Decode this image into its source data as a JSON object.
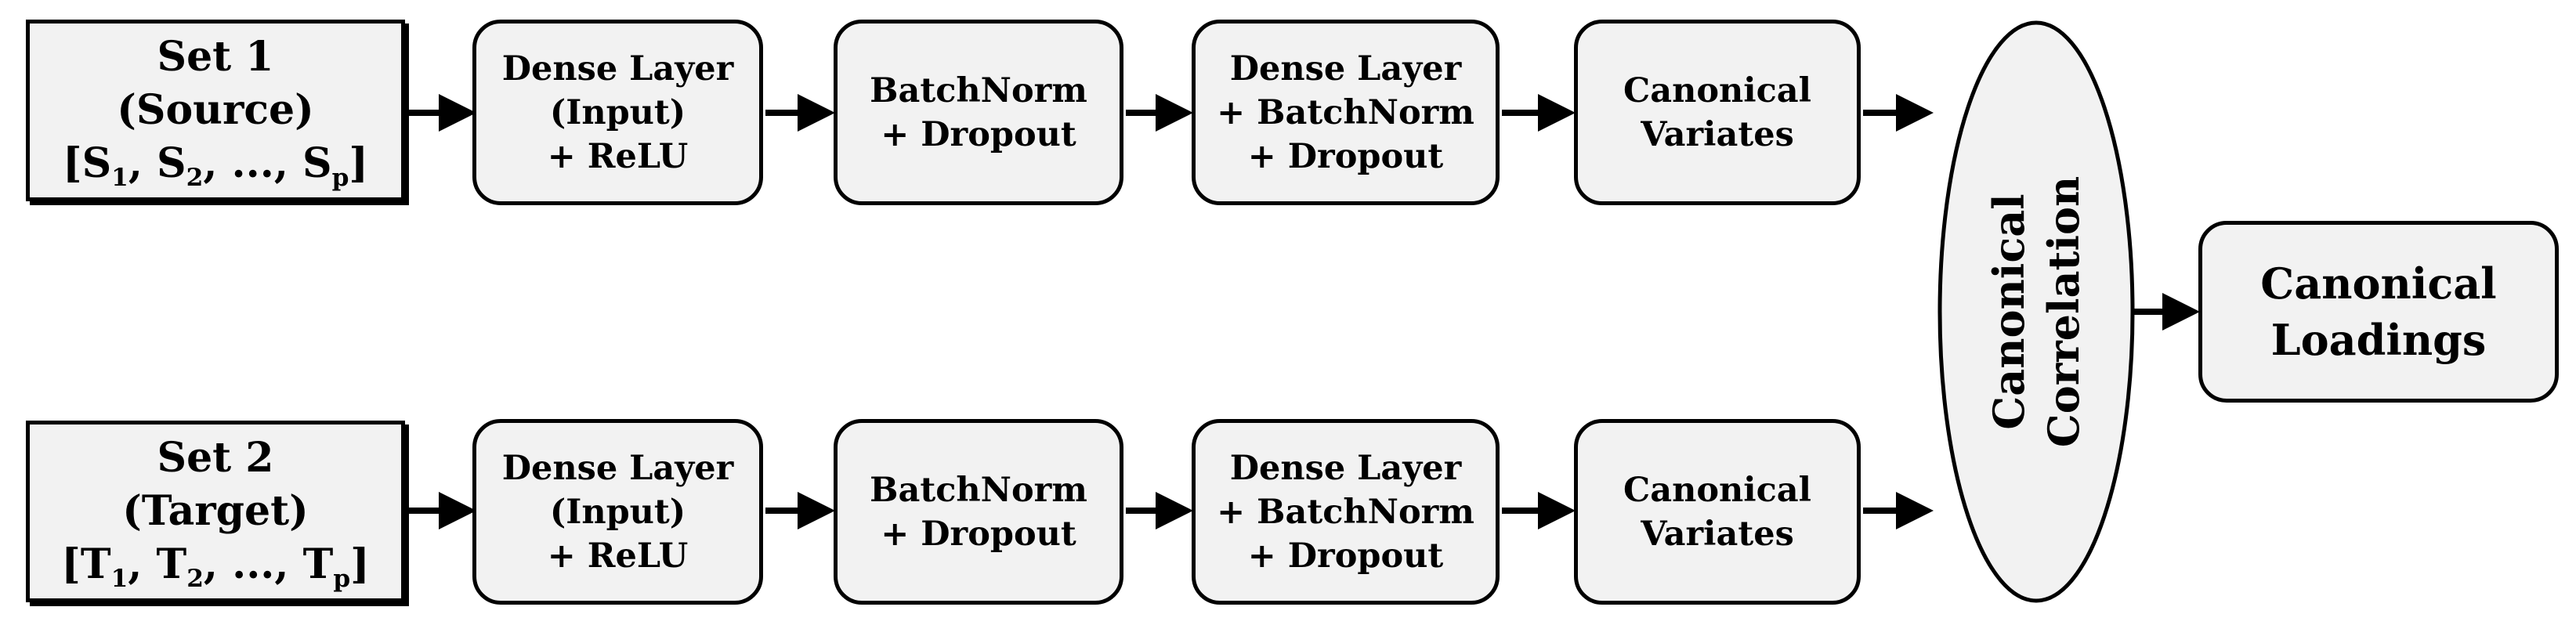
{
  "source_set": {
    "title": "Set 1",
    "subtitle": "(Source)",
    "vector": {
      "open": "[S",
      "s1": "1",
      "sep1": ", S",
      "s2": "2",
      "sep2": ", ..., S",
      "sp": "p",
      "close": "]"
    }
  },
  "target_set": {
    "title": "Set 2",
    "subtitle": "(Target)",
    "vector": {
      "open": "[T",
      "s1": "1",
      "sep1": ", T",
      "s2": "2",
      "sep2": ", ..., T",
      "sp": "p",
      "close": "]"
    }
  },
  "dense_input": {
    "line1": "Dense Layer",
    "line2": "(Input)",
    "line3": "+ ReLU"
  },
  "batchnorm": {
    "line1": "BatchNorm",
    "line2": "+ Dropout"
  },
  "dense_bn": {
    "line1": "Dense Layer",
    "line2": "+ BatchNorm",
    "line3": "+ Dropout"
  },
  "variates": {
    "line1": "Canonical",
    "line2": "Variates"
  },
  "correlation": {
    "line1": "Canonical",
    "line2": "Correlation"
  },
  "loadings": {
    "line1": "Canonical",
    "line2": "Loadings"
  },
  "colors": {
    "box_fill": "#f2f2f2",
    "stroke": "#000000"
  }
}
